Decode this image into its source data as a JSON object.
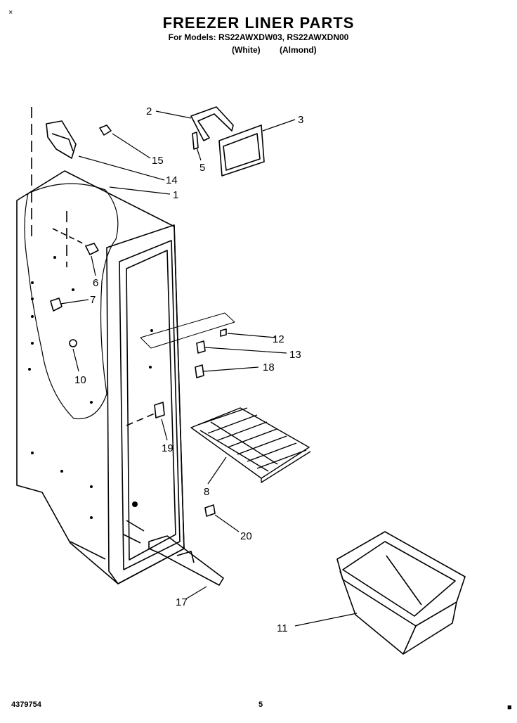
{
  "header": {
    "title": "FREEZER LINER PARTS",
    "models": "For Models: RS22AWXDW03, RS22AWXDN00",
    "color1": "(White)",
    "color2": "(Almond)"
  },
  "corner_mark": "×",
  "callouts": [
    "1",
    "2",
    "3",
    "5",
    "6",
    "7",
    "8",
    "10",
    "11",
    "12",
    "13",
    "14",
    "15",
    "17",
    "18",
    "19",
    "20"
  ],
  "footer": {
    "part_number": "4379754",
    "page": "5"
  }
}
